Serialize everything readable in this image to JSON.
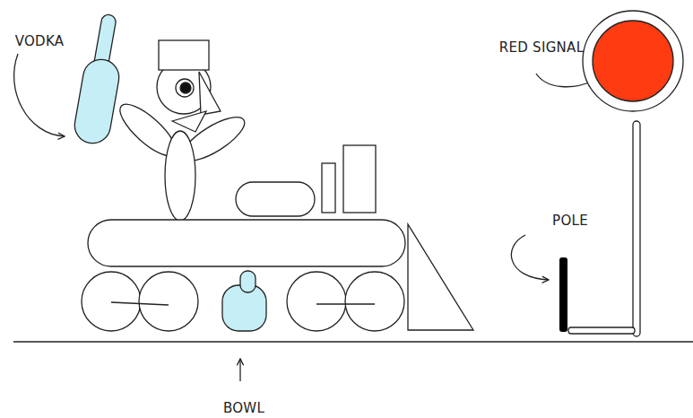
{
  "diagram": {
    "labels": [
      "VODKA",
      "RED SIGNAL",
      "POLE",
      "BOWL"
    ]
  }
}
